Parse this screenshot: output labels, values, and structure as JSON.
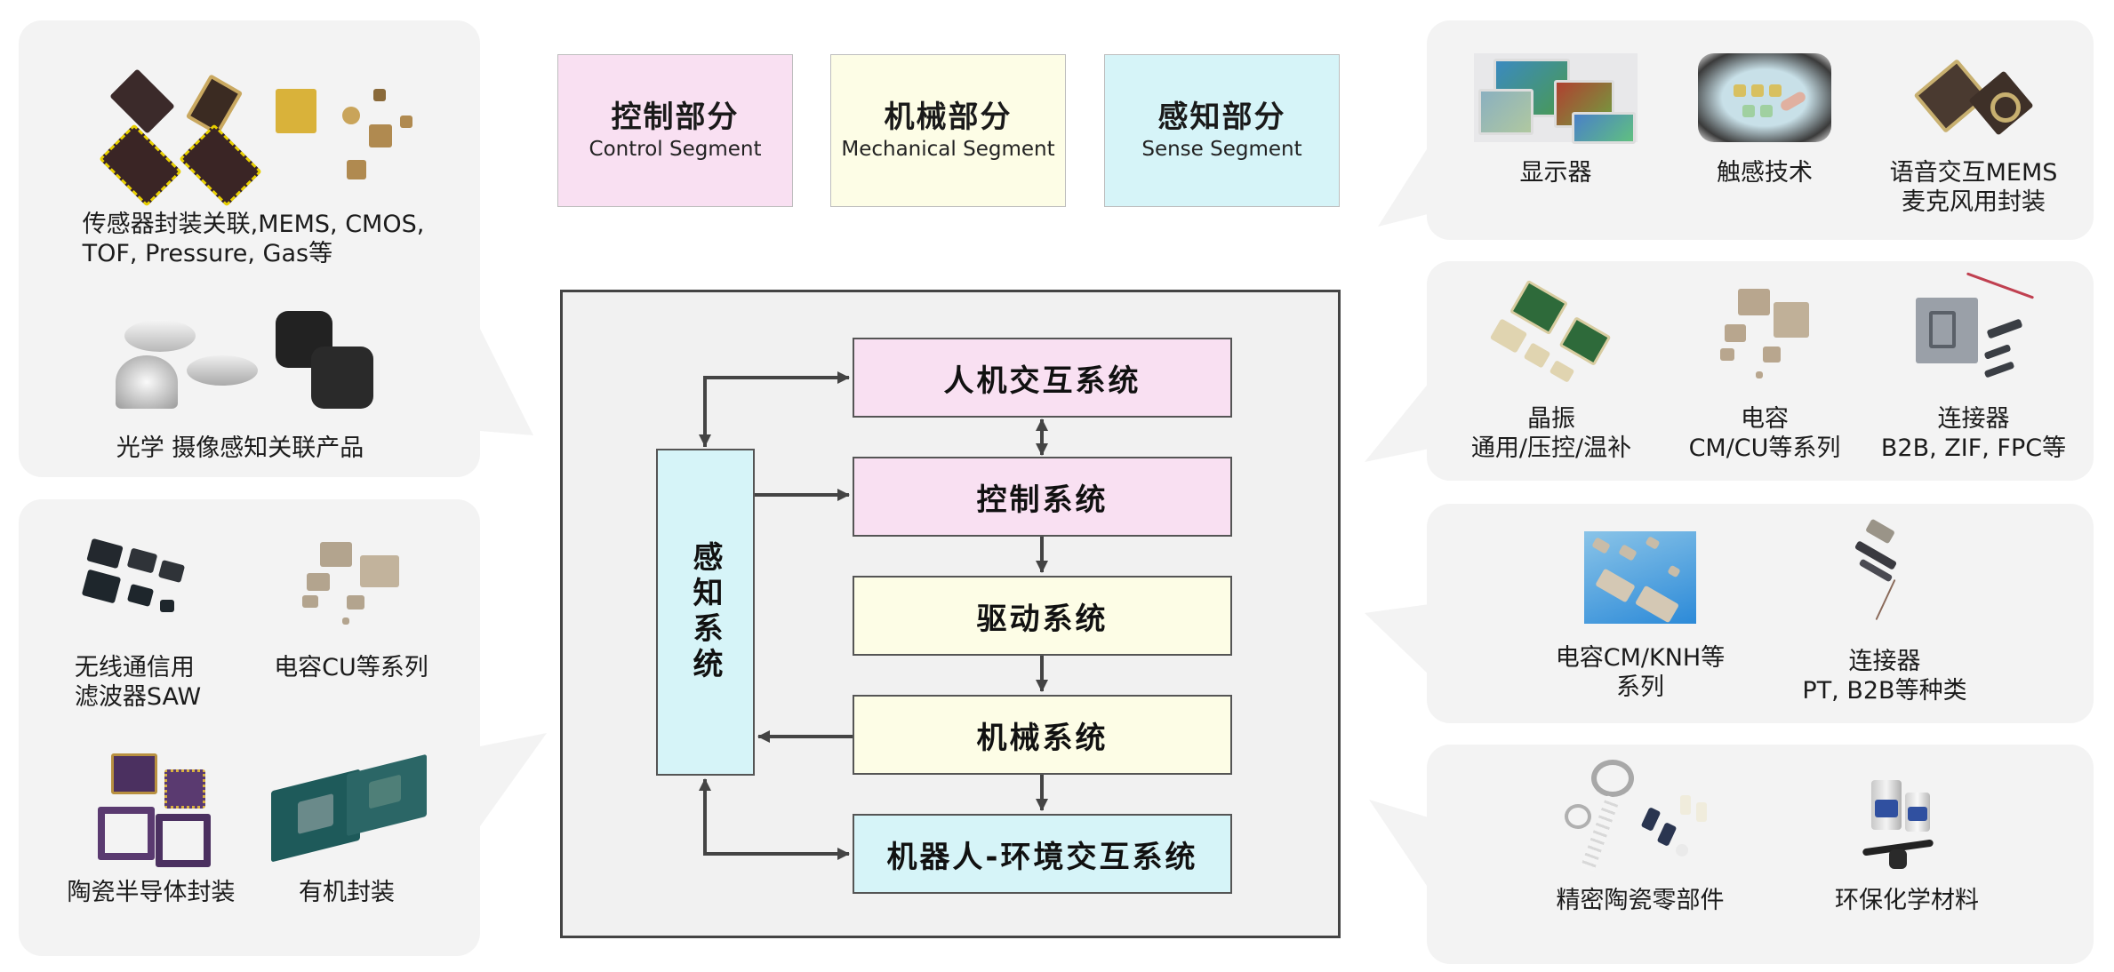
{
  "colors": {
    "control": "#f9e0f2",
    "mechanical": "#fdfde6",
    "sense": "#d6f4f8",
    "panel": "#f3f3f3",
    "arrow": "#444444"
  },
  "legend": [
    {
      "zh": "控制部分",
      "en": "Control Segment"
    },
    {
      "zh": "机械部分",
      "en": "Mechanical Segment"
    },
    {
      "zh": "感知部分",
      "en": "Sense Segment"
    }
  ],
  "diagram": {
    "nodes": {
      "hmi": "人机交互系统",
      "control": "控制系统",
      "drive": "驱动系统",
      "mechanical": "机械系统",
      "robot_env": "机器人-环境交互系统",
      "sensing": "感知系统"
    }
  },
  "left_panels": [
    {
      "items": [
        {
          "icon": "sensor-package-icon",
          "caption": "传感器封装关联,MEMS, CMOS,\n TOF, Pressure, Gas等"
        },
        {
          "icon": "optical-camera-icon",
          "caption": "光学 摄像感知关联产品"
        }
      ]
    },
    {
      "items": [
        {
          "icon": "saw-filter-icon",
          "caption": "无线通信用\n滤波器SAW"
        },
        {
          "icon": "capacitor-icon",
          "caption": "电容CU等系列"
        },
        {
          "icon": "ceramic-package-icon",
          "caption": "陶瓷半导体封装"
        },
        {
          "icon": "organic-package-icon",
          "caption": "有机封装"
        }
      ]
    }
  ],
  "right_panels": [
    {
      "items": [
        {
          "icon": "display-icon",
          "caption": "显示器"
        },
        {
          "icon": "touch-icon",
          "caption": "触感技术"
        },
        {
          "icon": "mems-mic-icon",
          "caption": "语音交互MEMS\n麦克风用封装"
        }
      ]
    },
    {
      "items": [
        {
          "icon": "crystal-oscillator-icon",
          "caption": "晶振\n通用/压控/温补"
        },
        {
          "icon": "capacitor-icon",
          "caption": "电容\nCM/CU等系列"
        },
        {
          "icon": "connector-icon",
          "caption": "连接器\nB2B, ZIF, FPC等"
        }
      ]
    },
    {
      "items": [
        {
          "icon": "capacitor-icon",
          "caption": "电容CM/KNH等\n系列"
        },
        {
          "icon": "connector-icon",
          "caption": "连接器\nPT, B2B等种类"
        }
      ]
    },
    {
      "items": [
        {
          "icon": "fine-ceramic-parts-icon",
          "caption": "精密陶瓷零部件"
        },
        {
          "icon": "chemical-materials-icon",
          "caption": "环保化学材料"
        }
      ]
    }
  ]
}
